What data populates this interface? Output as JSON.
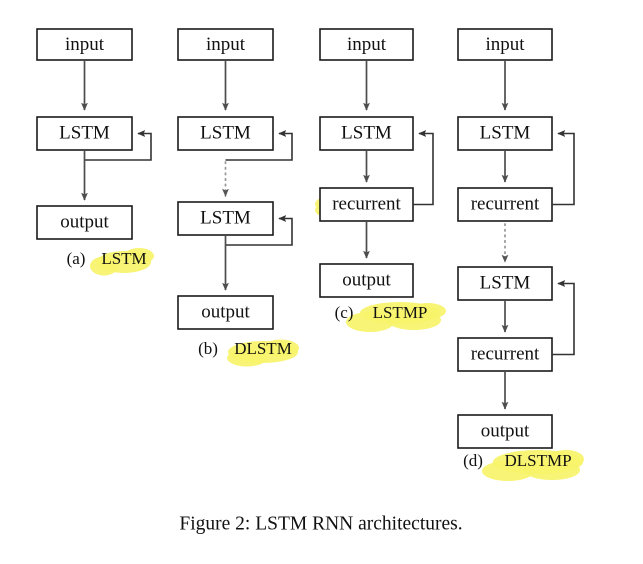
{
  "figure": {
    "caption": "Figure 2: LSTM RNN architectures.",
    "background_color": "#ffffff",
    "box_stroke_color": "#1a1a1a",
    "arrow_color": "#4d4d4d",
    "highlight_color": "#f7f36a",
    "text_color": "#111111"
  },
  "panels": [
    {
      "id": "a",
      "tag": "(a)",
      "name": "LSTM",
      "highlighted": true,
      "nodes": [
        {
          "label": "input"
        },
        {
          "label": "LSTM"
        },
        {
          "label": "output"
        }
      ]
    },
    {
      "id": "b",
      "tag": "(b)",
      "name": "DLSTM",
      "highlighted": true,
      "nodes": [
        {
          "label": "input"
        },
        {
          "label": "LSTM"
        },
        {
          "label": "LSTM"
        },
        {
          "label": "output"
        }
      ]
    },
    {
      "id": "c",
      "tag": "(c)",
      "name": "LSTMP",
      "highlighted": true,
      "nodes": [
        {
          "label": "input"
        },
        {
          "label": "LSTM"
        },
        {
          "label": "recurrent"
        },
        {
          "label": "output"
        }
      ]
    },
    {
      "id": "d",
      "tag": "(d)",
      "name": "DLSTMP",
      "highlighted": true,
      "nodes": [
        {
          "label": "input"
        },
        {
          "label": "LSTM"
        },
        {
          "label": "recurrent"
        },
        {
          "label": "LSTM"
        },
        {
          "label": "recurrent"
        },
        {
          "label": "output"
        }
      ]
    }
  ]
}
